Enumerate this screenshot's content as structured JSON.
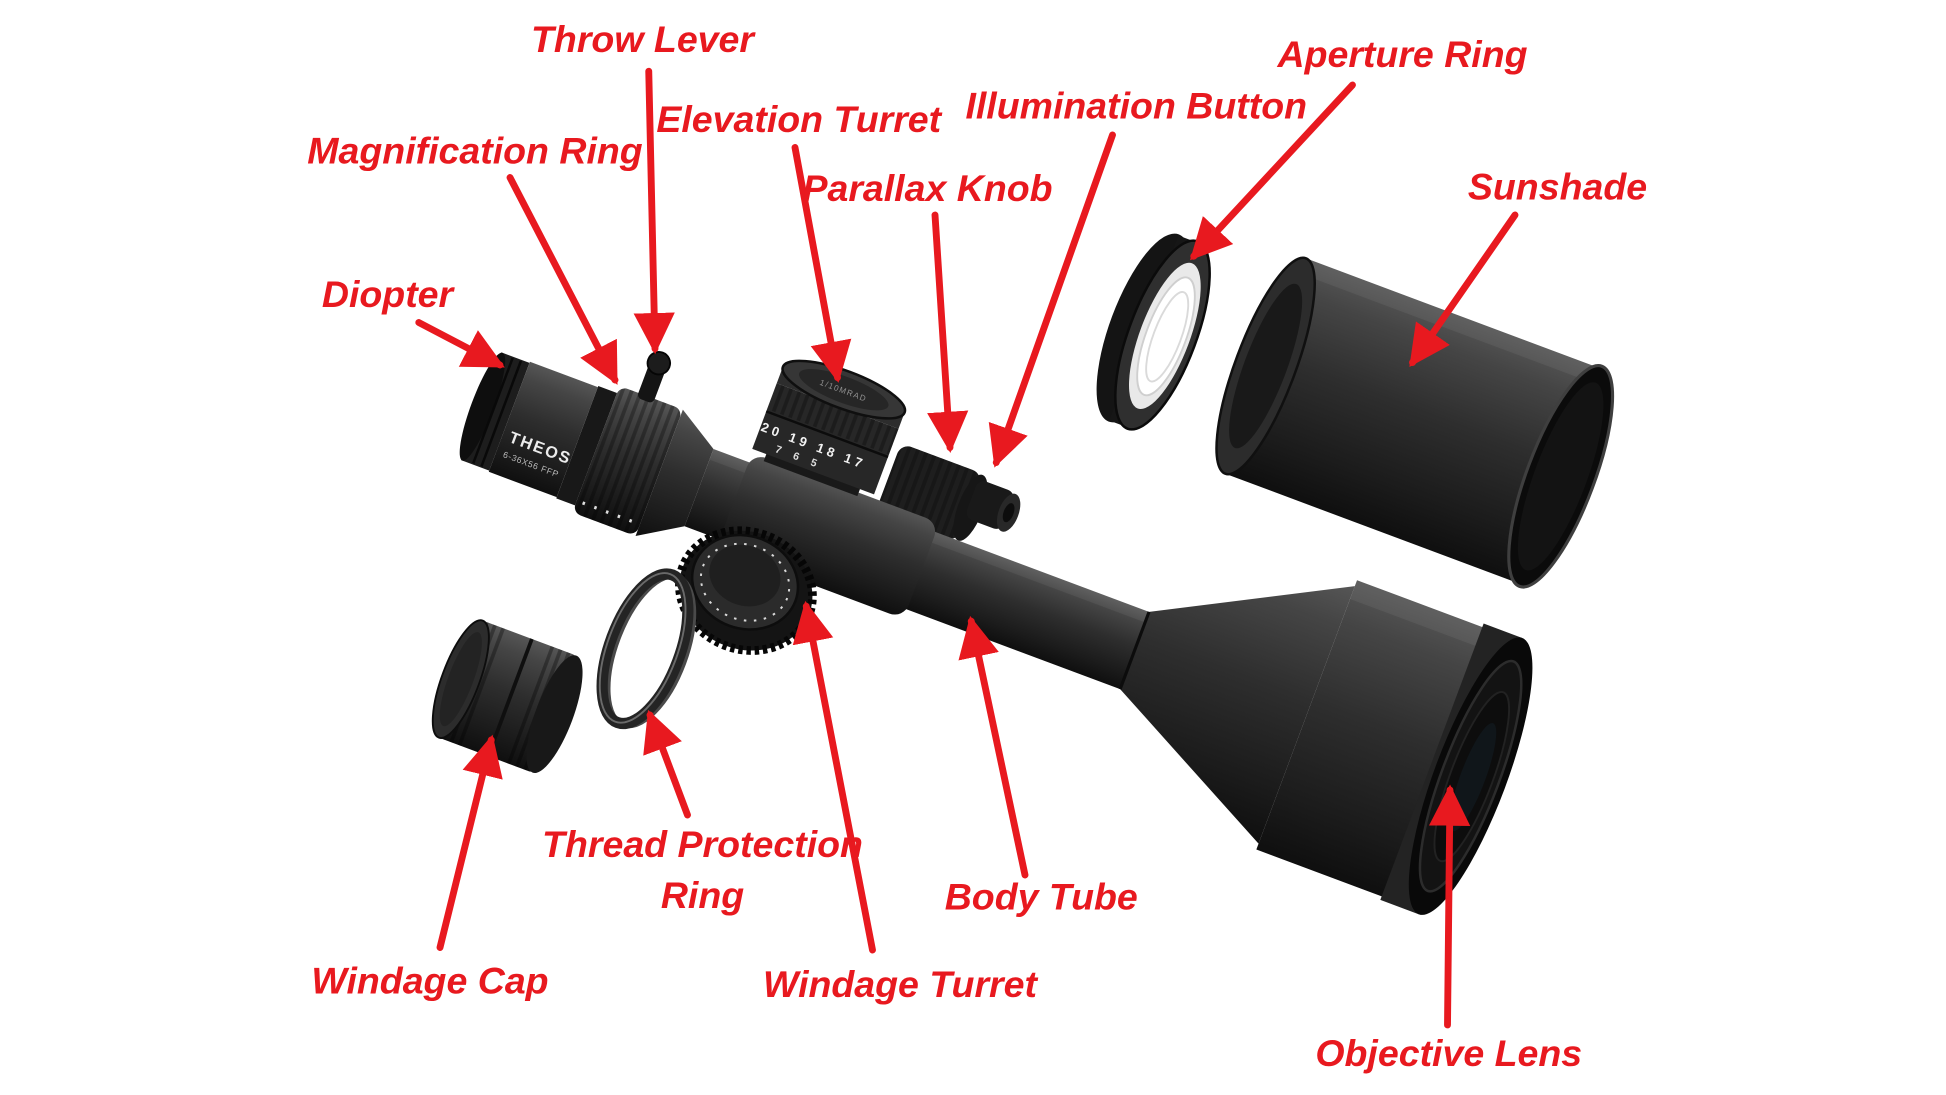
{
  "diagram": {
    "type": "labeled-parts-diagram",
    "subject": "Rifle scope exploded parts diagram",
    "accent_color": "#e8191f",
    "background_color": "#ffffff",
    "labels": {
      "diopter": "Diopter",
      "magnification_ring": "Magnification Ring",
      "throw_lever": "Throw Lever",
      "elevation_turret": "Elevation Turret",
      "parallax_knob": "Parallax Knob",
      "illumination_button": "Illumination Button",
      "aperture_ring": "Aperture Ring",
      "sunshade": "Sunshade",
      "thread_protection_ring": "Thread Protection\nRing",
      "windage_cap": "Windage Cap",
      "windage_turret": "Windage Turret",
      "body_tube": "Body Tube",
      "objective_lens": "Objective Lens"
    },
    "scope_markings": {
      "brand": "THEOS",
      "model": "6-36X56 FFP",
      "elevation_dial_row1": "20  19  18  17",
      "elevation_dial_row2": "7   6   5",
      "turret_cap_engraving": "1/10MRAD"
    }
  }
}
